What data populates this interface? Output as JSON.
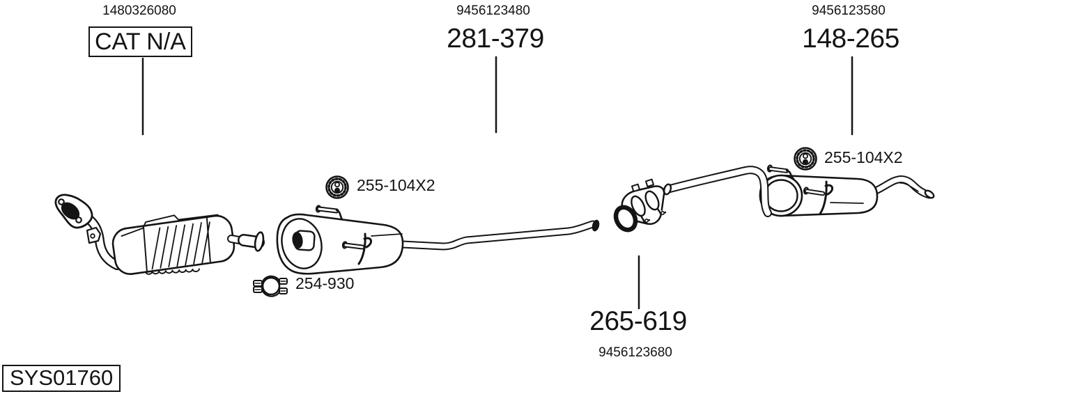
{
  "colors": {
    "line": "#141414",
    "background": "#ffffff"
  },
  "system": {
    "code": "SYS01760"
  },
  "sections": {
    "cat": {
      "part_number": "1480326080",
      "range_label": "CAT N/A"
    },
    "middle": {
      "part_number": "9456123480",
      "range_label": "281-379"
    },
    "rear": {
      "part_number": "9456123580",
      "range_label": "148-265"
    },
    "coupling": {
      "range_label": "265-619",
      "part_number": "9456123680"
    }
  },
  "callouts": {
    "hanger_middle": {
      "label": "255-104X2",
      "icon": "rubber-hanger-icon"
    },
    "clamp_middle": {
      "label": "254-930",
      "icon": "clamp-icon"
    },
    "hanger_rear": {
      "label": "255-104X2",
      "icon": "rubber-hanger-icon"
    }
  }
}
